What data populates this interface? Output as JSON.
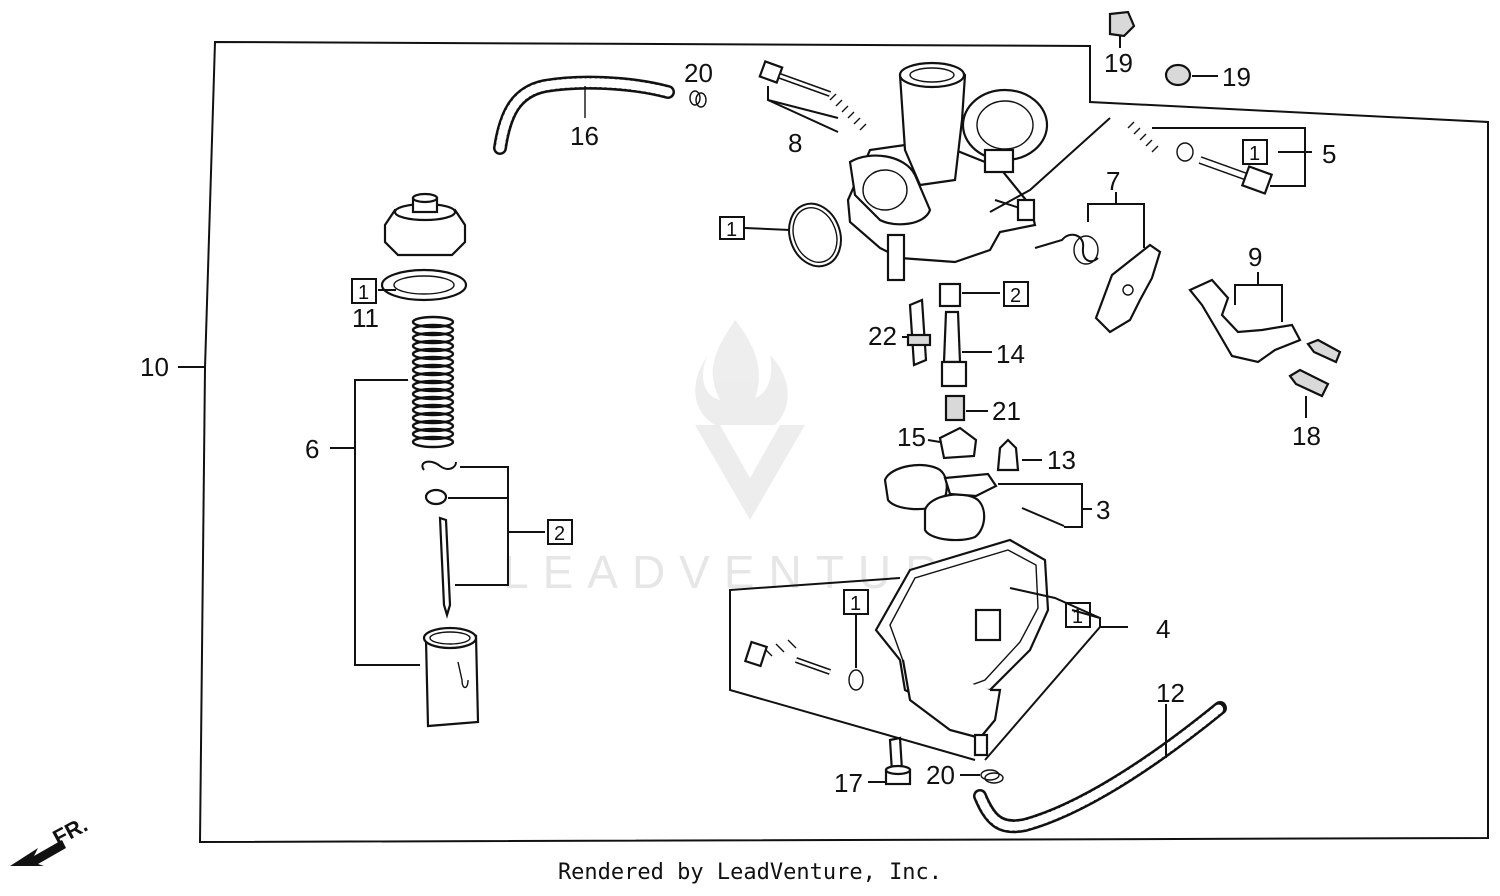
{
  "callouts": {
    "c1": "1",
    "c2": "2",
    "c3": "3",
    "c4": "4",
    "c5": "5",
    "c6": "6",
    "c7": "7",
    "c8": "8",
    "c9": "9",
    "c10": "10",
    "c11": "11",
    "c12": "12",
    "c13": "13",
    "c14": "14",
    "c15": "15",
    "c16": "16",
    "c17": "17",
    "c18": "18",
    "c19a": "19",
    "c19b": "19",
    "c20a": "20",
    "c20b": "20",
    "c21": "21",
    "c22": "22"
  },
  "boxed": {
    "b5": "1",
    "bmain": "1",
    "b11": "1",
    "b6": "2",
    "b14": "2",
    "b4a": "1",
    "b4b": "1"
  },
  "watermark": {
    "text": "LEADVENTURE"
  },
  "front_marker": {
    "text": "FR."
  },
  "footer": {
    "text": "Rendered by LeadVenture, Inc."
  }
}
